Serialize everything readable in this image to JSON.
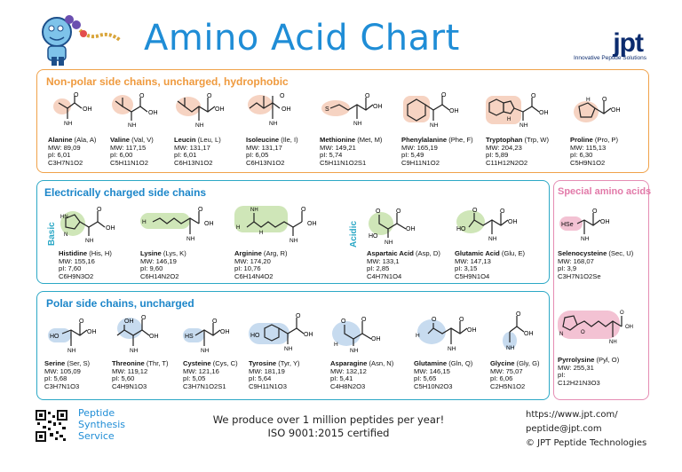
{
  "header": {
    "title": "Amino Acid Chart",
    "logo_text": "jpt",
    "logo_subtitle": "Innovative Peptide Solutions"
  },
  "sections": {
    "nonpolar": "Non-polar side chains, uncharged, hydrophobic",
    "charged": "Electrically charged side chains",
    "special": "Special amino acids",
    "polar": "Polar side chains, uncharged",
    "basic_label": "Basic",
    "acidic_label": "Acidic"
  },
  "colors": {
    "orange": "#f0a24a",
    "green": "#a8d88f",
    "pink": "#e58db4",
    "blue": "#a9c8e8",
    "brand": "#1f8dd6"
  },
  "amino_acids": {
    "ala": {
      "name": "Alanine",
      "code": " (Ala, A)",
      "mw": "MW: 89,09",
      "pi": "pI: 6,01",
      "formula": "C3H7N1O2"
    },
    "val": {
      "name": "Valine",
      "code": " (Val, V)",
      "mw": "MW: 117,15",
      "pi": "pI: 6,00",
      "formula": "C5H11N1O2"
    },
    "leu": {
      "name": "Leucin",
      "code": " (Leu, L)",
      "mw": "MW: 131,17",
      "pi": "pI: 6,01",
      "formula": "C6H13N1O2"
    },
    "ile": {
      "name": "Isoleucine",
      "code": " (Ile, I)",
      "mw": "MW: 131,17",
      "pi": "pI: 6,05",
      "formula": "C6H13N1O2"
    },
    "met": {
      "name": "Methionine",
      "code": " (Met, M)",
      "mw": "MW: 149,21",
      "pi": "pI: 5,74",
      "formula": "C5H11N1O2S1"
    },
    "phe": {
      "name": "Phenylalanine",
      "code": " (Phe, F)",
      "mw": "MW: 165,19",
      "pi": "pI: 5,49",
      "formula": "C9H11N1O2"
    },
    "trp": {
      "name": "Tryptophan",
      "code": " (Trp, W)",
      "mw": "MW: 204,23",
      "pi": "pI: 5,89",
      "formula": "C11H12N2O2"
    },
    "pro": {
      "name": "Proline",
      "code": " (Pro, P)",
      "mw": "MW: 115,13",
      "pi": "pI: 6,30",
      "formula": "C5H9N1O2"
    },
    "his": {
      "name": "Histidine",
      "code": " (His, H)",
      "mw": "MW: 155,16",
      "pi": "pI: 7,60",
      "formula": "C6H9N3O2"
    },
    "lys": {
      "name": "Lysine",
      "code": " (Lys, K)",
      "mw": "MW: 146,19",
      "pi": "pI: 9,60",
      "formula": "C6H14N2O2"
    },
    "arg": {
      "name": "Arginine",
      "code": " (Arg, R)",
      "mw": "MW: 174,20",
      "pi": "pI: 10,76",
      "formula": "C6H14N4O2"
    },
    "asp": {
      "name": "Aspartaic Acid",
      "code": " (Asp, D)",
      "mw": "MW: 133,1",
      "pi": "pI: 2,85",
      "formula": "C4H7N1O4"
    },
    "glu": {
      "name": "Glutamic Acid",
      "code": " (Glu, E)",
      "mw": "MW: 147,13",
      "pi": "pI: 3,15",
      "formula": "C5H9N1O4"
    },
    "sec": {
      "name": "Selenocysteine",
      "code": " (Sec, U)",
      "mw": "MW: 168,07",
      "pi": "pI: 3,9",
      "formula": "C3H7N1O2Se"
    },
    "ser": {
      "name": "Serine",
      "code": " (Ser, S)",
      "mw": "MW: 105,09",
      "pi": "pI: 5,68",
      "formula": "C3H7N1O3"
    },
    "thr": {
      "name": "Threonine",
      "code": " (Thr, T)",
      "mw": "MW: 119,12",
      "pi": "pI: 5,60",
      "formula": "C4H9N1O3"
    },
    "cys": {
      "name": "Cysteine",
      "code": " (Cys, C)",
      "mw": "MW: 121,16",
      "pi": "pI: 5,05",
      "formula": "C3H7N1O2S1"
    },
    "tyr": {
      "name": "Tyrosine",
      "code": " (Tyr, Y)",
      "mw": "MW: 181,19",
      "pi": "pI: 5,64",
      "formula": "C9H11N1O3"
    },
    "asn": {
      "name": "Asparagine",
      "code": " (Asn, N)",
      "mw": "MW: 132,12",
      "pi": "pI: 5,41",
      "formula": "C4H8N2O3"
    },
    "gln": {
      "name": "Glutamine",
      "code": " (Gln, Q)",
      "mw": "MW: 146,15",
      "pi": "pI: 5,65",
      "formula": "C5H10N2O3"
    },
    "gly": {
      "name": "Glycine",
      "code": " (Gly, G)",
      "mw": "MW: 75,07",
      "pi": "pI: 6,06",
      "formula": "C2H5N1O2"
    },
    "pyl": {
      "name": "Pyrrolysine",
      "code": " (Pyl, O)",
      "mw": "MW: 255,31",
      "pi": "pI:",
      "formula": "C12H21N3O3"
    }
  },
  "atoms": {
    "oh": "OH",
    "o": "O",
    "nh2": "NH",
    "sub2": "2",
    "s": "S",
    "hse": "HSe",
    "ho": "HO",
    "hs": "HS",
    "h2n": "H",
    "h2n_n": "N",
    "n": "N",
    "hn": "HN",
    "nh": "NH",
    "h": "H"
  },
  "footer": {
    "service_line1": "Peptide",
    "service_line2": "Synthesis",
    "service_line3": "Service",
    "tagline1": "We produce over 1 million peptides per year!",
    "tagline2": "ISO 9001:2015 certified",
    "url": "https://www.jpt.com/",
    "email": "peptide@jpt.com",
    "copyright": "© JPT Peptide Technologies"
  }
}
